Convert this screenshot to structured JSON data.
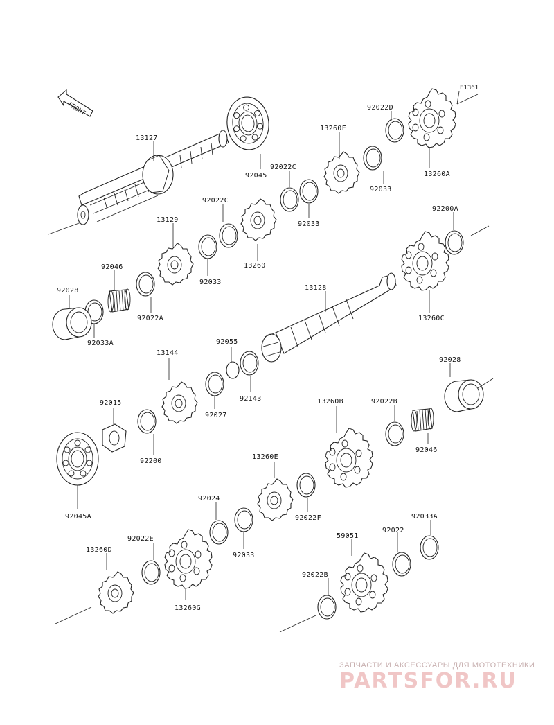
{
  "diagram": {
    "code": "E1361",
    "front_label": "FRONT",
    "parts": [
      {
        "id": "p13127",
        "label": "13127"
      },
      {
        "id": "p92045",
        "label": "92045"
      },
      {
        "id": "p92022c_1",
        "label": "92022C"
      },
      {
        "id": "p13260f",
        "label": "13260F"
      },
      {
        "id": "p92022d",
        "label": "92022D"
      },
      {
        "id": "p13260a",
        "label": "13260A"
      },
      {
        "id": "p92033_1",
        "label": "92033"
      },
      {
        "id": "p92033_2",
        "label": "92033"
      },
      {
        "id": "p92022c_2",
        "label": "92022C"
      },
      {
        "id": "p13260",
        "label": "13260"
      },
      {
        "id": "p13129",
        "label": "13129"
      },
      {
        "id": "p92033_3",
        "label": "92033"
      },
      {
        "id": "p92046_1",
        "label": "92046"
      },
      {
        "id": "p92028_1",
        "label": "92028"
      },
      {
        "id": "p92022a",
        "label": "92022A"
      },
      {
        "id": "p92033a_1",
        "label": "92033A"
      },
      {
        "id": "p92200a",
        "label": "92200A"
      },
      {
        "id": "p13128",
        "label": "13128"
      },
      {
        "id": "p13260c",
        "label": "13260C"
      },
      {
        "id": "p92055",
        "label": "92055"
      },
      {
        "id": "p13144",
        "label": "13144"
      },
      {
        "id": "p92143",
        "label": "92143"
      },
      {
        "id": "p92027",
        "label": "92027"
      },
      {
        "id": "p92028_2",
        "label": "92028"
      },
      {
        "id": "p92015",
        "label": "92015"
      },
      {
        "id": "p13260b",
        "label": "13260B"
      },
      {
        "id": "p92022b_1",
        "label": "92022B"
      },
      {
        "id": "p92200",
        "label": "92200"
      },
      {
        "id": "p92046_2",
        "label": "92046"
      },
      {
        "id": "p13260e",
        "label": "13260E"
      },
      {
        "id": "p92045a",
        "label": "92045A"
      },
      {
        "id": "p92024",
        "label": "92024"
      },
      {
        "id": "p92022f",
        "label": "92022F"
      },
      {
        "id": "p92033_4",
        "label": "92033"
      },
      {
        "id": "p92022e",
        "label": "92022E"
      },
      {
        "id": "p92022",
        "label": "92022"
      },
      {
        "id": "p92033a_2",
        "label": "92033A"
      },
      {
        "id": "p59051",
        "label": "59051"
      },
      {
        "id": "p13260d",
        "label": "13260D"
      },
      {
        "id": "p92022b_2",
        "label": "92022B"
      },
      {
        "id": "p13260g",
        "label": "13260G"
      }
    ]
  },
  "watermark": {
    "tagline": "ЗАПЧАСТИ И АКСЕССУАРЫ ДЛЯ МОТОТЕХНИКИ",
    "brand": "PARTSFOR.RU"
  }
}
